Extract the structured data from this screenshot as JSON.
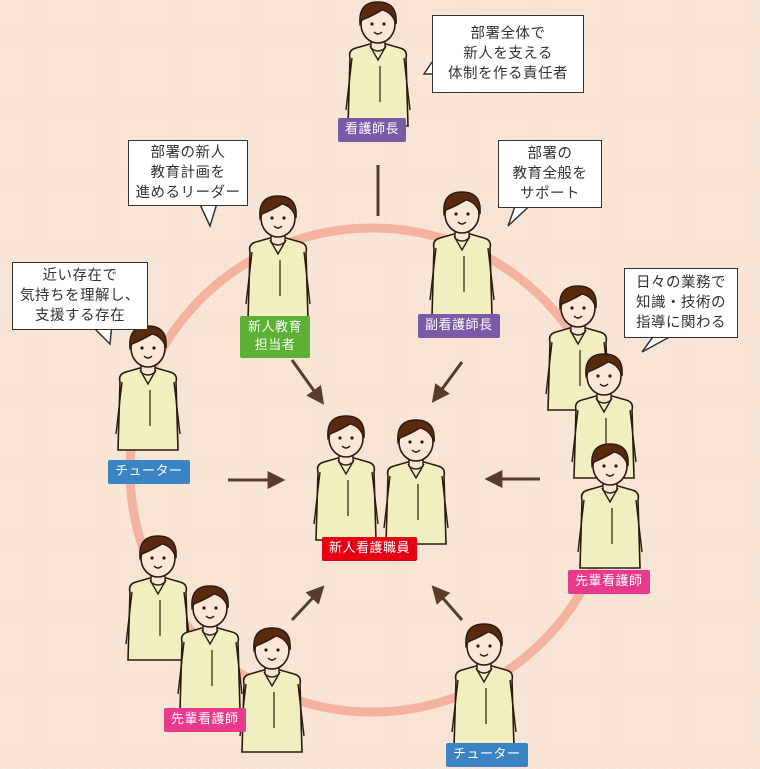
{
  "colors": {
    "background": "#f7e4d4",
    "ring": "#f4b39e",
    "uniform": "#f1efbf",
    "hair": "#5a2a0f",
    "skin": "#fde6d6",
    "outline": "#2b1a10",
    "arrow": "#5a3a28",
    "purple": "#7a5aa6",
    "green": "#5ab133",
    "blue": "#3a84c4",
    "pink": "#e8398c",
    "red": "#e60012"
  },
  "bubbles": {
    "head_nurse": "部署全体で\n新人を支える\n体制を作る責任者",
    "educator": "部署の新人\n教育計画を\n進めるリーダー",
    "deputy": "部署の\n教育全般を\nサポート",
    "tutor": "近い存在で\n気持ちを理解し、\n支援する存在",
    "senior": "日々の業務で\n知識・技術の\n指導に関わる"
  },
  "labels": {
    "head_nurse": "看護師長",
    "educator": "新人教育\n担当者",
    "deputy": "副看護師長",
    "tutor_left": "チューター",
    "new_staff": "新人看護職員",
    "senior_right": "先輩看護師",
    "senior_left": "先輩看護師",
    "tutor_bottom": "チューター"
  },
  "icons": [
    "nurse-figure-icon",
    "arrow-icon"
  ]
}
